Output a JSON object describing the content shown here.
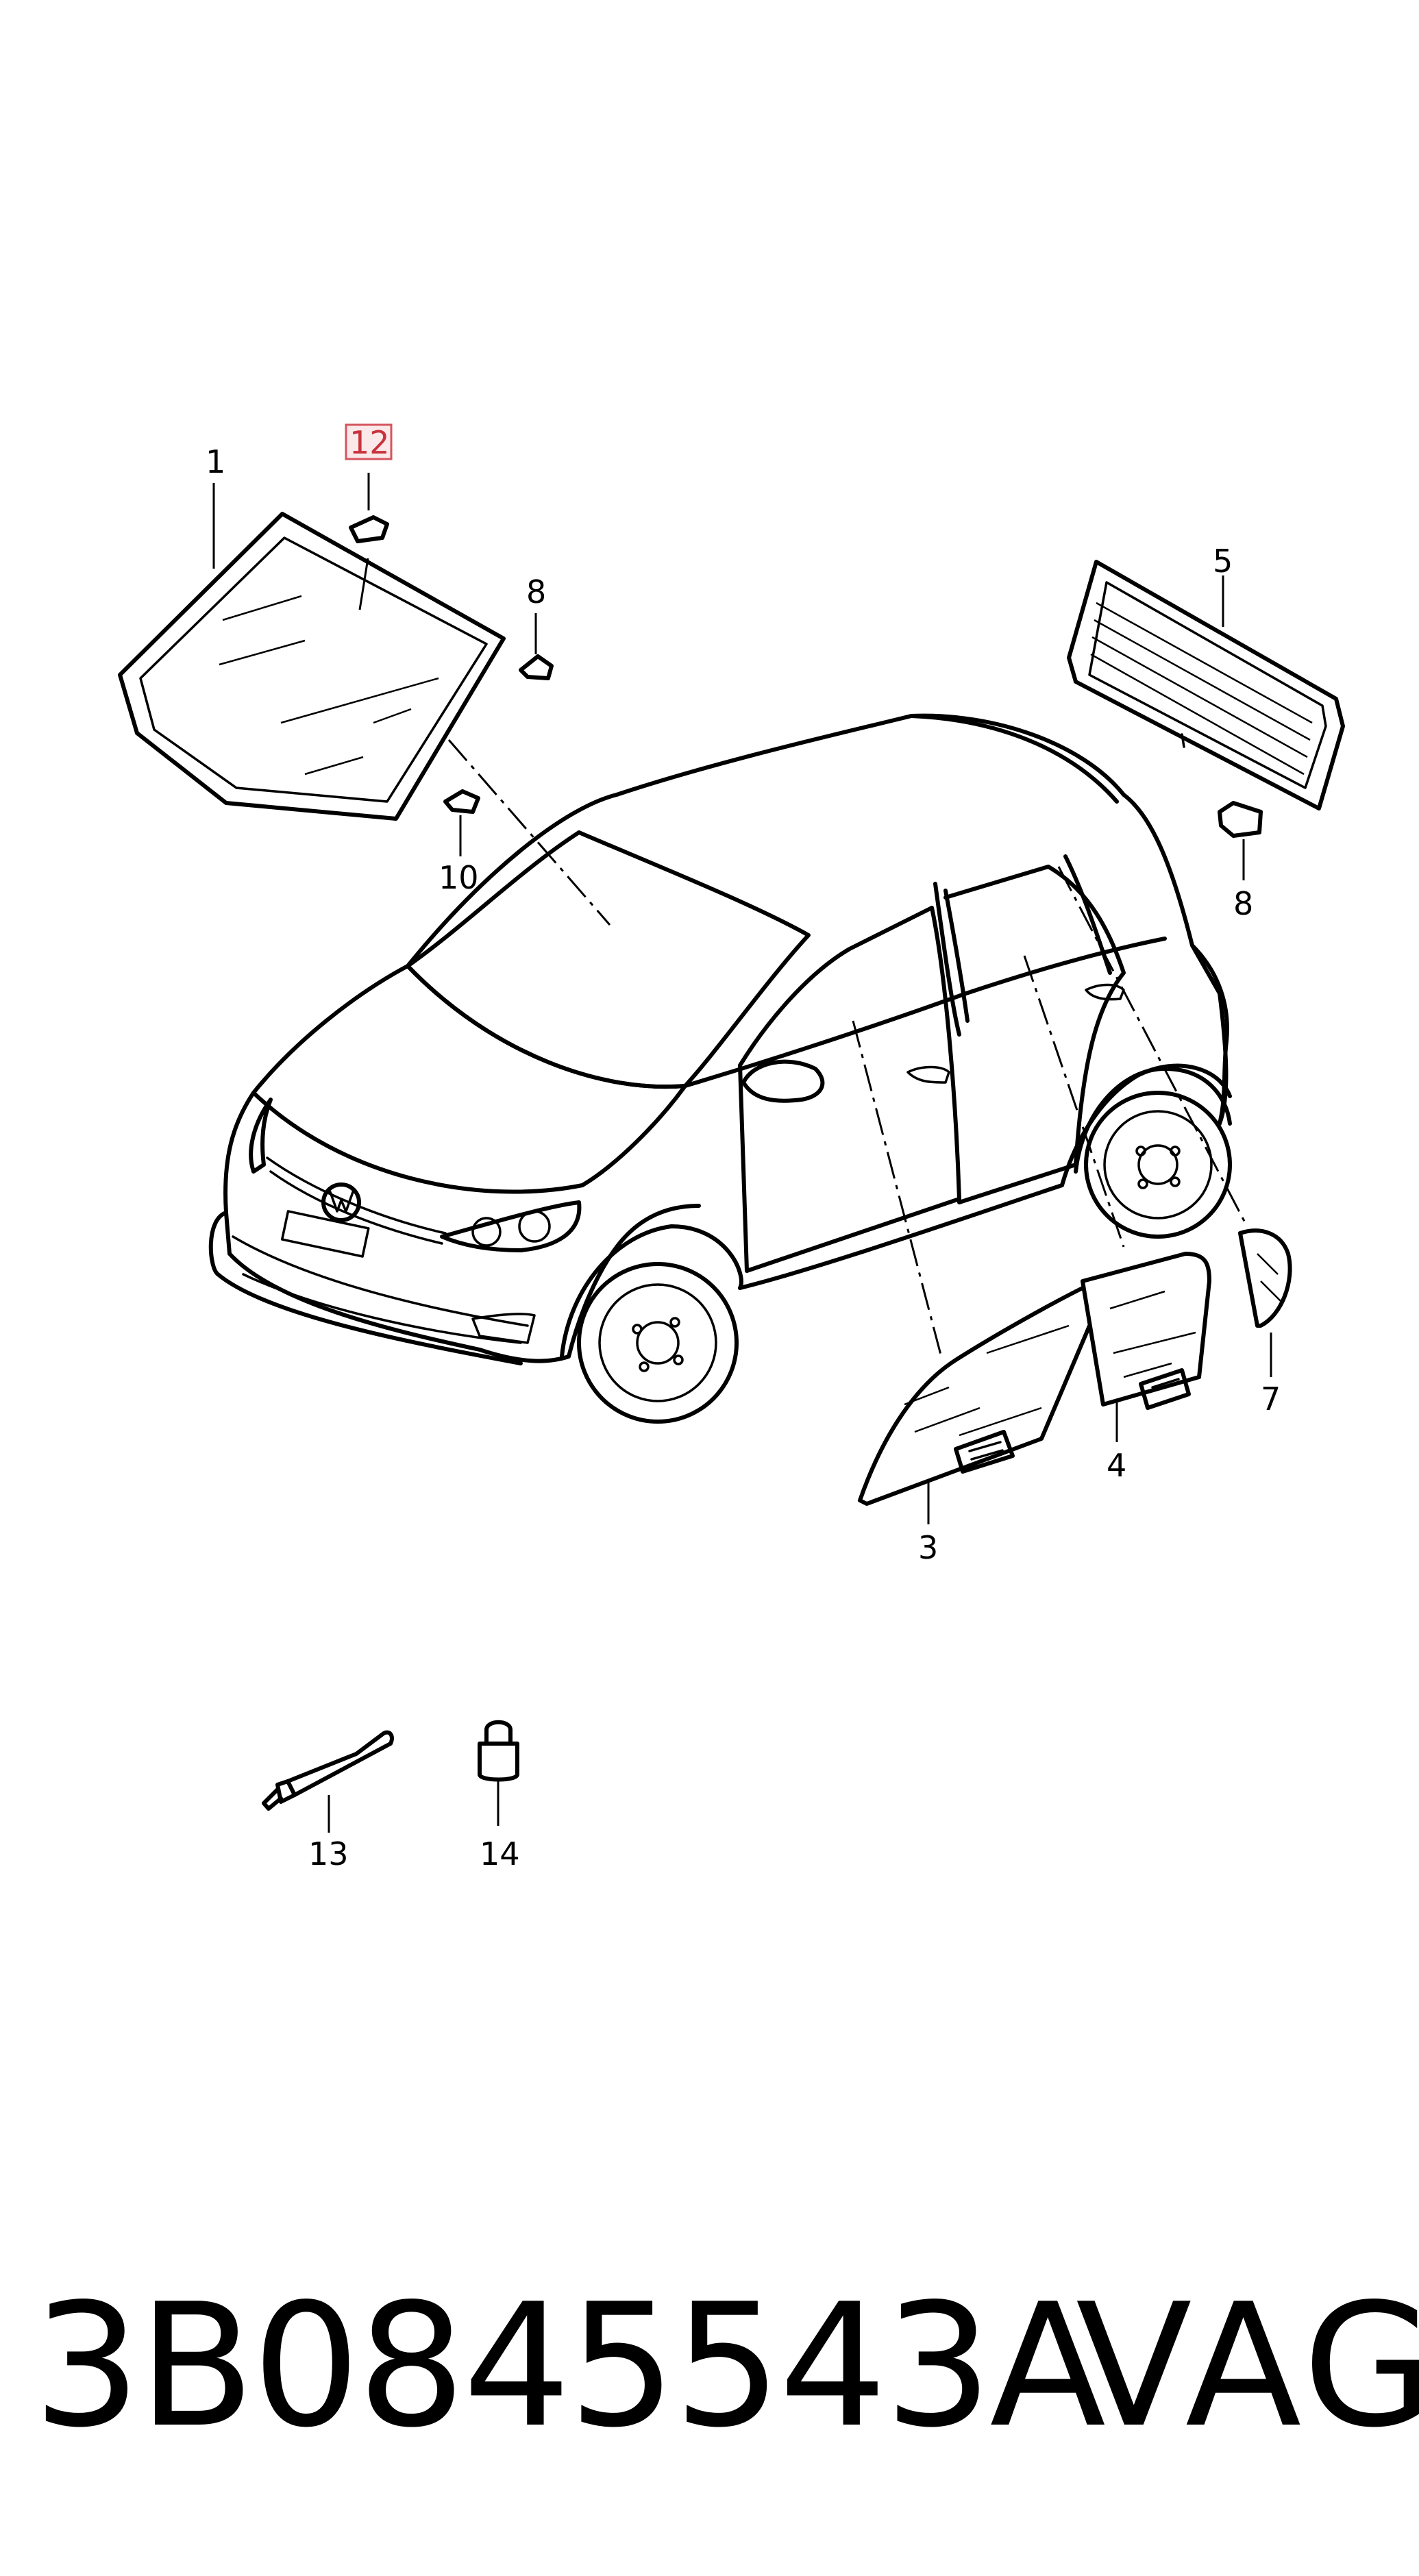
{
  "diagram": {
    "labels": {
      "p1": "1",
      "p3": "3",
      "p4": "4",
      "p5": "5",
      "p7": "7",
      "p8a": "8",
      "p8b": "8",
      "p10": "10",
      "p12": "12",
      "p13": "13",
      "p14": "14"
    },
    "highlighted_label": "12",
    "colors": {
      "line": "#000000",
      "highlight_text": "#c8323c",
      "highlight_border": "#d6555e",
      "highlight_fill": "#fbe9ea"
    }
  },
  "footer": {
    "part_number": "3B0845543A",
    "brand": "VAG"
  }
}
